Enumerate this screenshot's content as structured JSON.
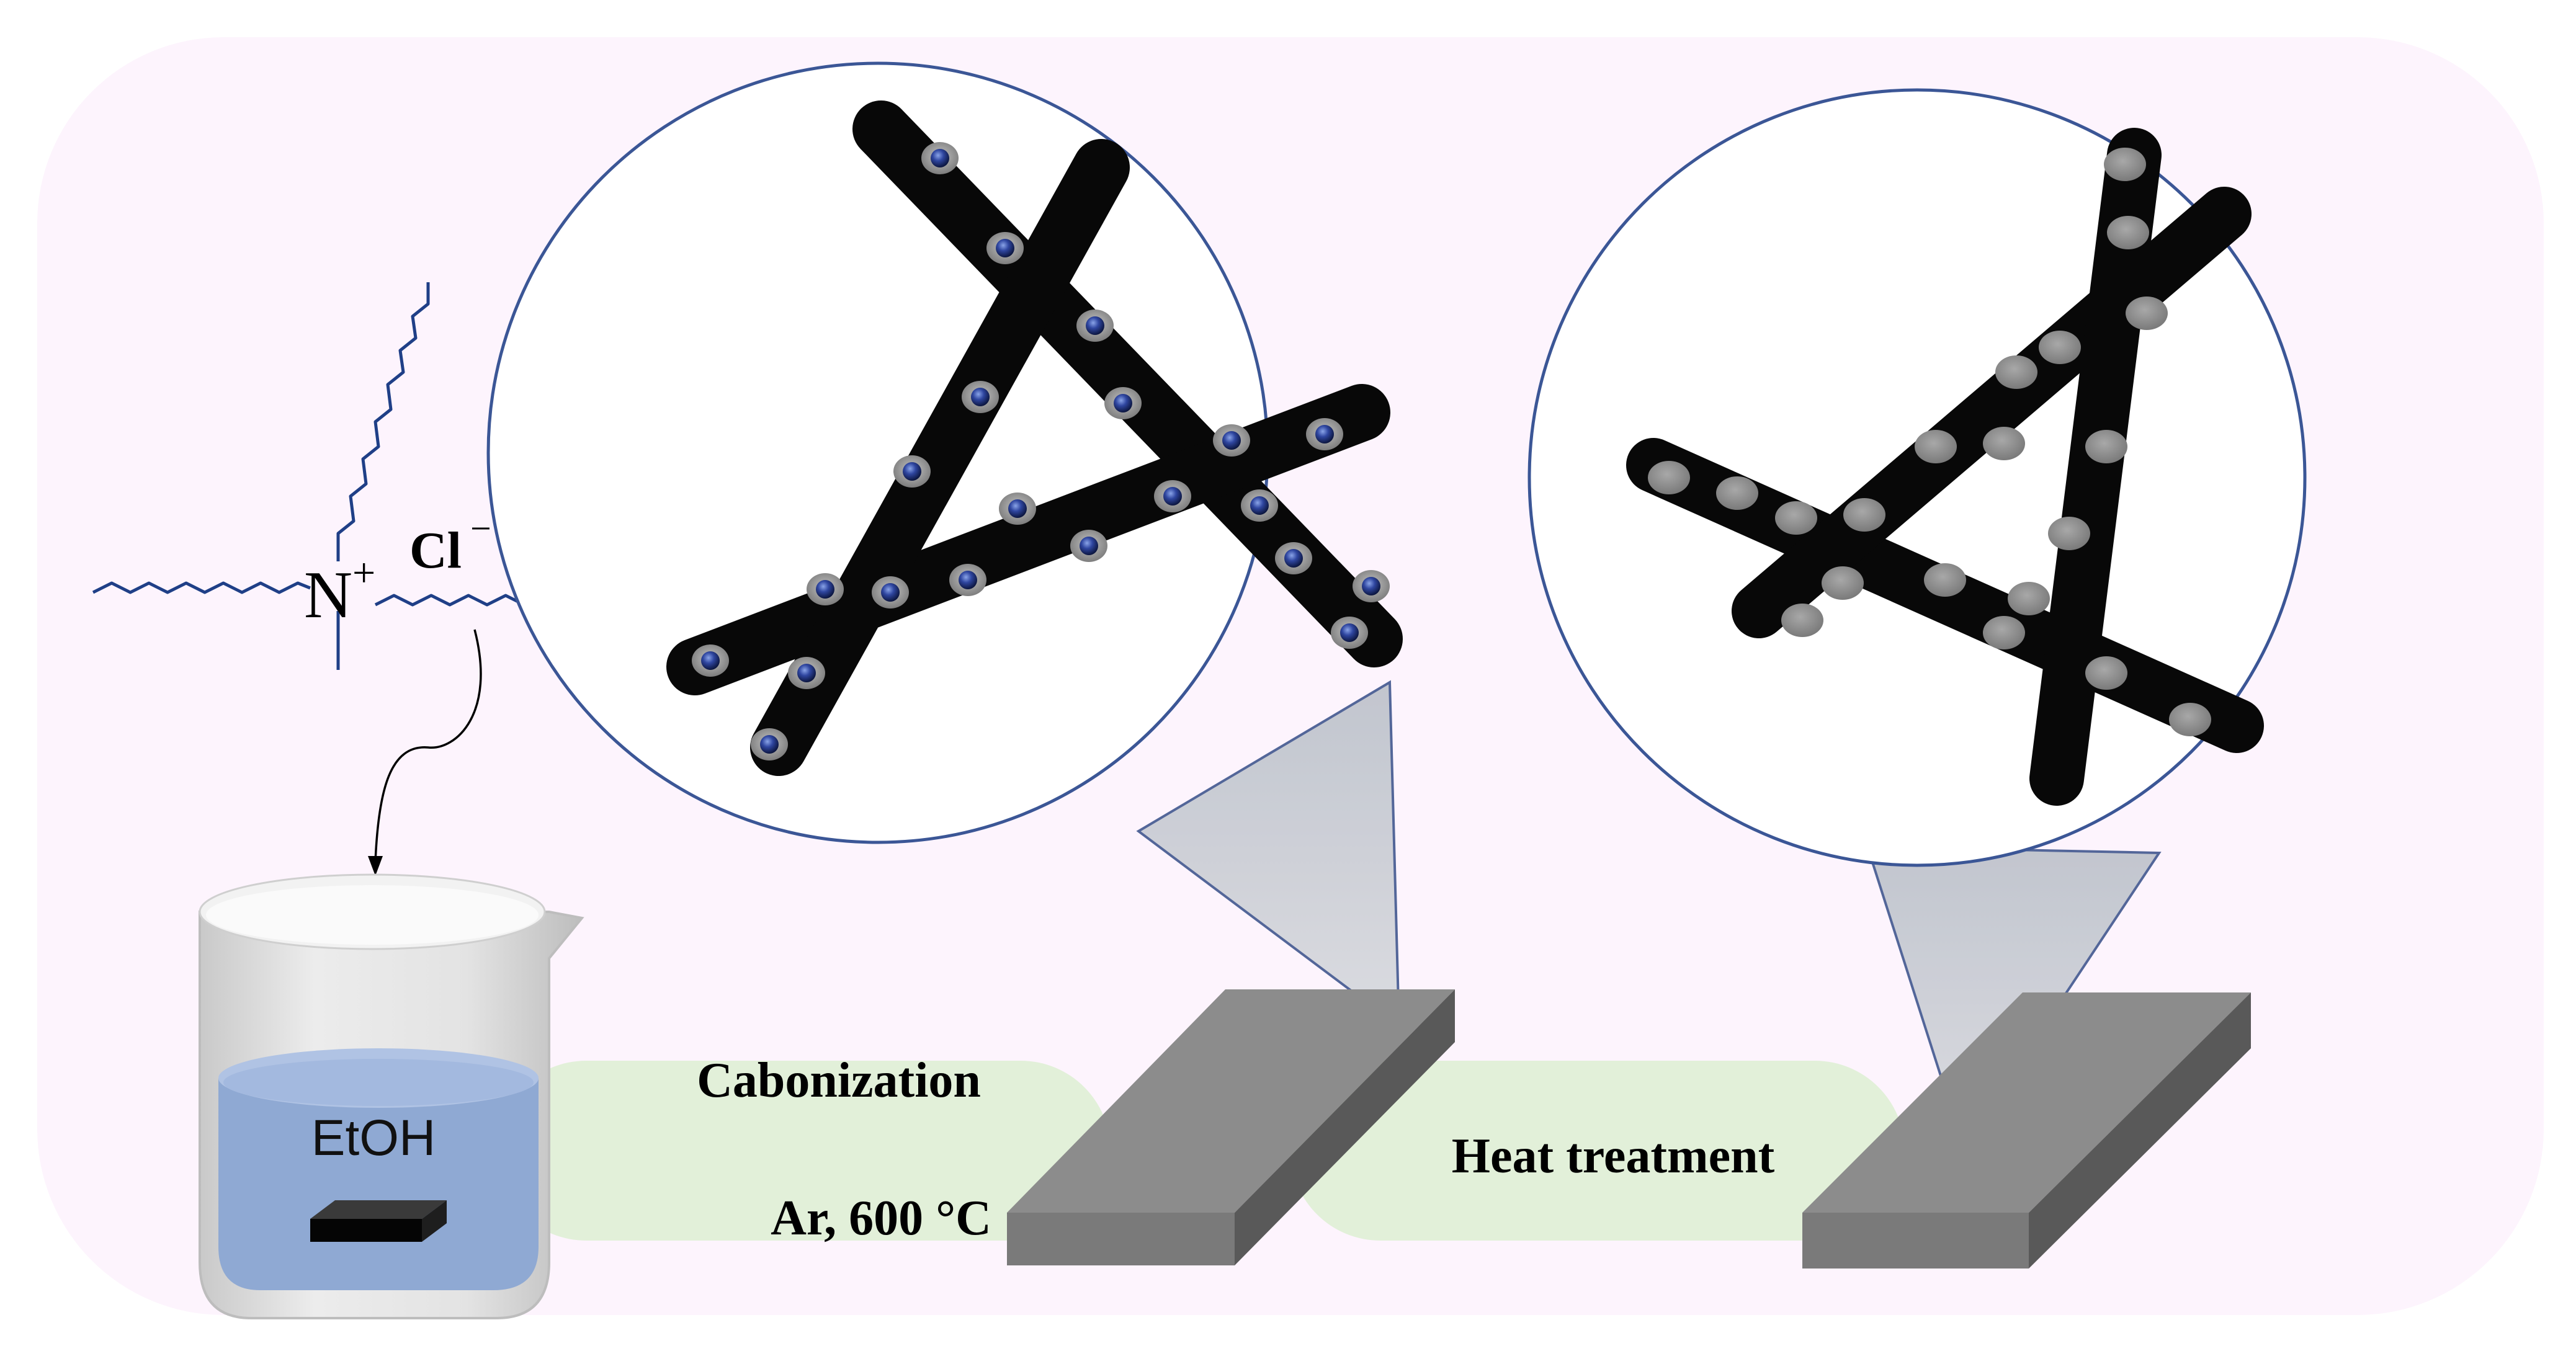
{
  "molecule": {
    "cation_symbol": "N",
    "cation_charge": "+",
    "anion_symbol": "Cl",
    "anion_charge": "−"
  },
  "beaker": {
    "solvent_label": "EtOH"
  },
  "steps": {
    "carbonization_title": "Cabonization",
    "carbonization_conditions": "Ar, 600 °C",
    "heat_treatment_title": "Heat treatment"
  },
  "colors": {
    "background_panel": "#fdf4fd",
    "step_band": "#e2f0d9",
    "fiber": "#080808",
    "magnifier_outline": "#3b5696",
    "solvent": "#8fa9d3",
    "substrate_top": "#8c8c8c",
    "substrate_side": "#595959",
    "particle_blue": "#2f46a0",
    "pore_grey": "#8a8a8a"
  }
}
